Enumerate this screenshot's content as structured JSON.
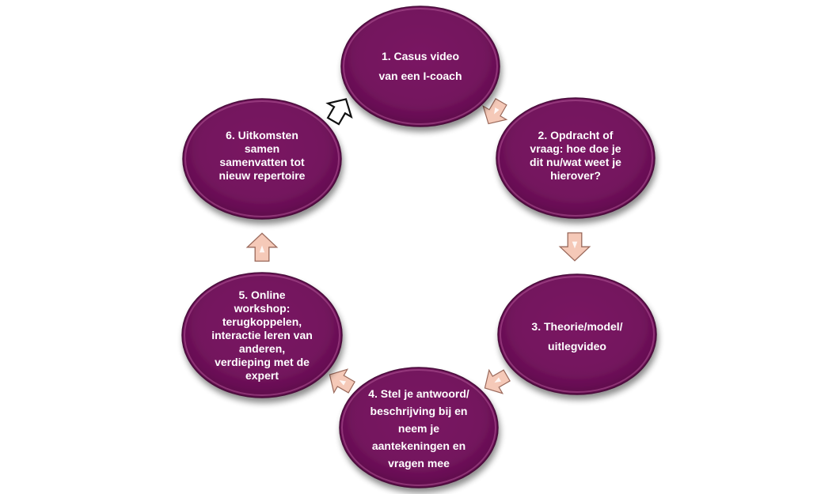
{
  "colors": {
    "node_fill": "#7a1663",
    "node_dark": "#5e0d4b",
    "node_highlight": "#b05596",
    "node_outline": "#4a0a3a",
    "arrow_fill": "#f5c9b8",
    "arrow_stroke": "#9b6a5c",
    "arrow_open_fill": "#ffffff",
    "arrow_open_stroke": "#111111",
    "text": "#ffffff"
  },
  "steps": [
    {
      "id": 1,
      "lines": [
        "1. Casus video",
        "van een I-coach"
      ]
    },
    {
      "id": 2,
      "lines": [
        "2. Opdracht of",
        "vraag: hoe doe je",
        "dit nu/wat weet je",
        "hierover?"
      ]
    },
    {
      "id": 3,
      "lines": [
        "3. Theorie/model/",
        "uitlegvideo"
      ]
    },
    {
      "id": 4,
      "lines": [
        "4. Stel je antwoord/",
        "beschrijving bij en",
        "neem je",
        "aantekeningen en",
        "vragen mee"
      ]
    },
    {
      "id": 5,
      "lines": [
        "5. Online",
        "workshop:",
        "terugkoppelen,",
        "interactie leren van",
        "anderen,",
        "verdieping met de",
        "expert"
      ]
    },
    {
      "id": 6,
      "lines": [
        "6. Uitkomsten",
        "samen",
        "samenvatten tot",
        "nieuw repertoire"
      ]
    }
  ],
  "arrows": [
    {
      "from": 1,
      "to": 2,
      "icon": "arrow-right-down-icon"
    },
    {
      "from": 2,
      "to": 3,
      "icon": "arrow-down-icon"
    },
    {
      "from": 3,
      "to": 4,
      "icon": "arrow-left-down-icon"
    },
    {
      "from": 4,
      "to": 5,
      "icon": "arrow-left-up-icon"
    },
    {
      "from": 5,
      "to": 6,
      "icon": "arrow-up-icon"
    },
    {
      "from": 6,
      "to": 1,
      "icon": "arrow-right-up-icon",
      "style": "outline"
    }
  ]
}
